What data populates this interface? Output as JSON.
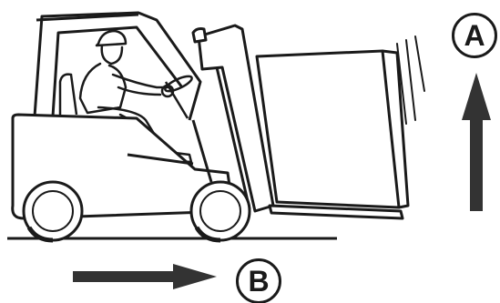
{
  "labels": {
    "a": "A",
    "b": "B"
  },
  "colors": {
    "ink": "#1a1a1a",
    "arrow": "#333333",
    "background": "#ffffff"
  },
  "arrows": {
    "a": "up-arrow",
    "b": "right-arrow"
  }
}
